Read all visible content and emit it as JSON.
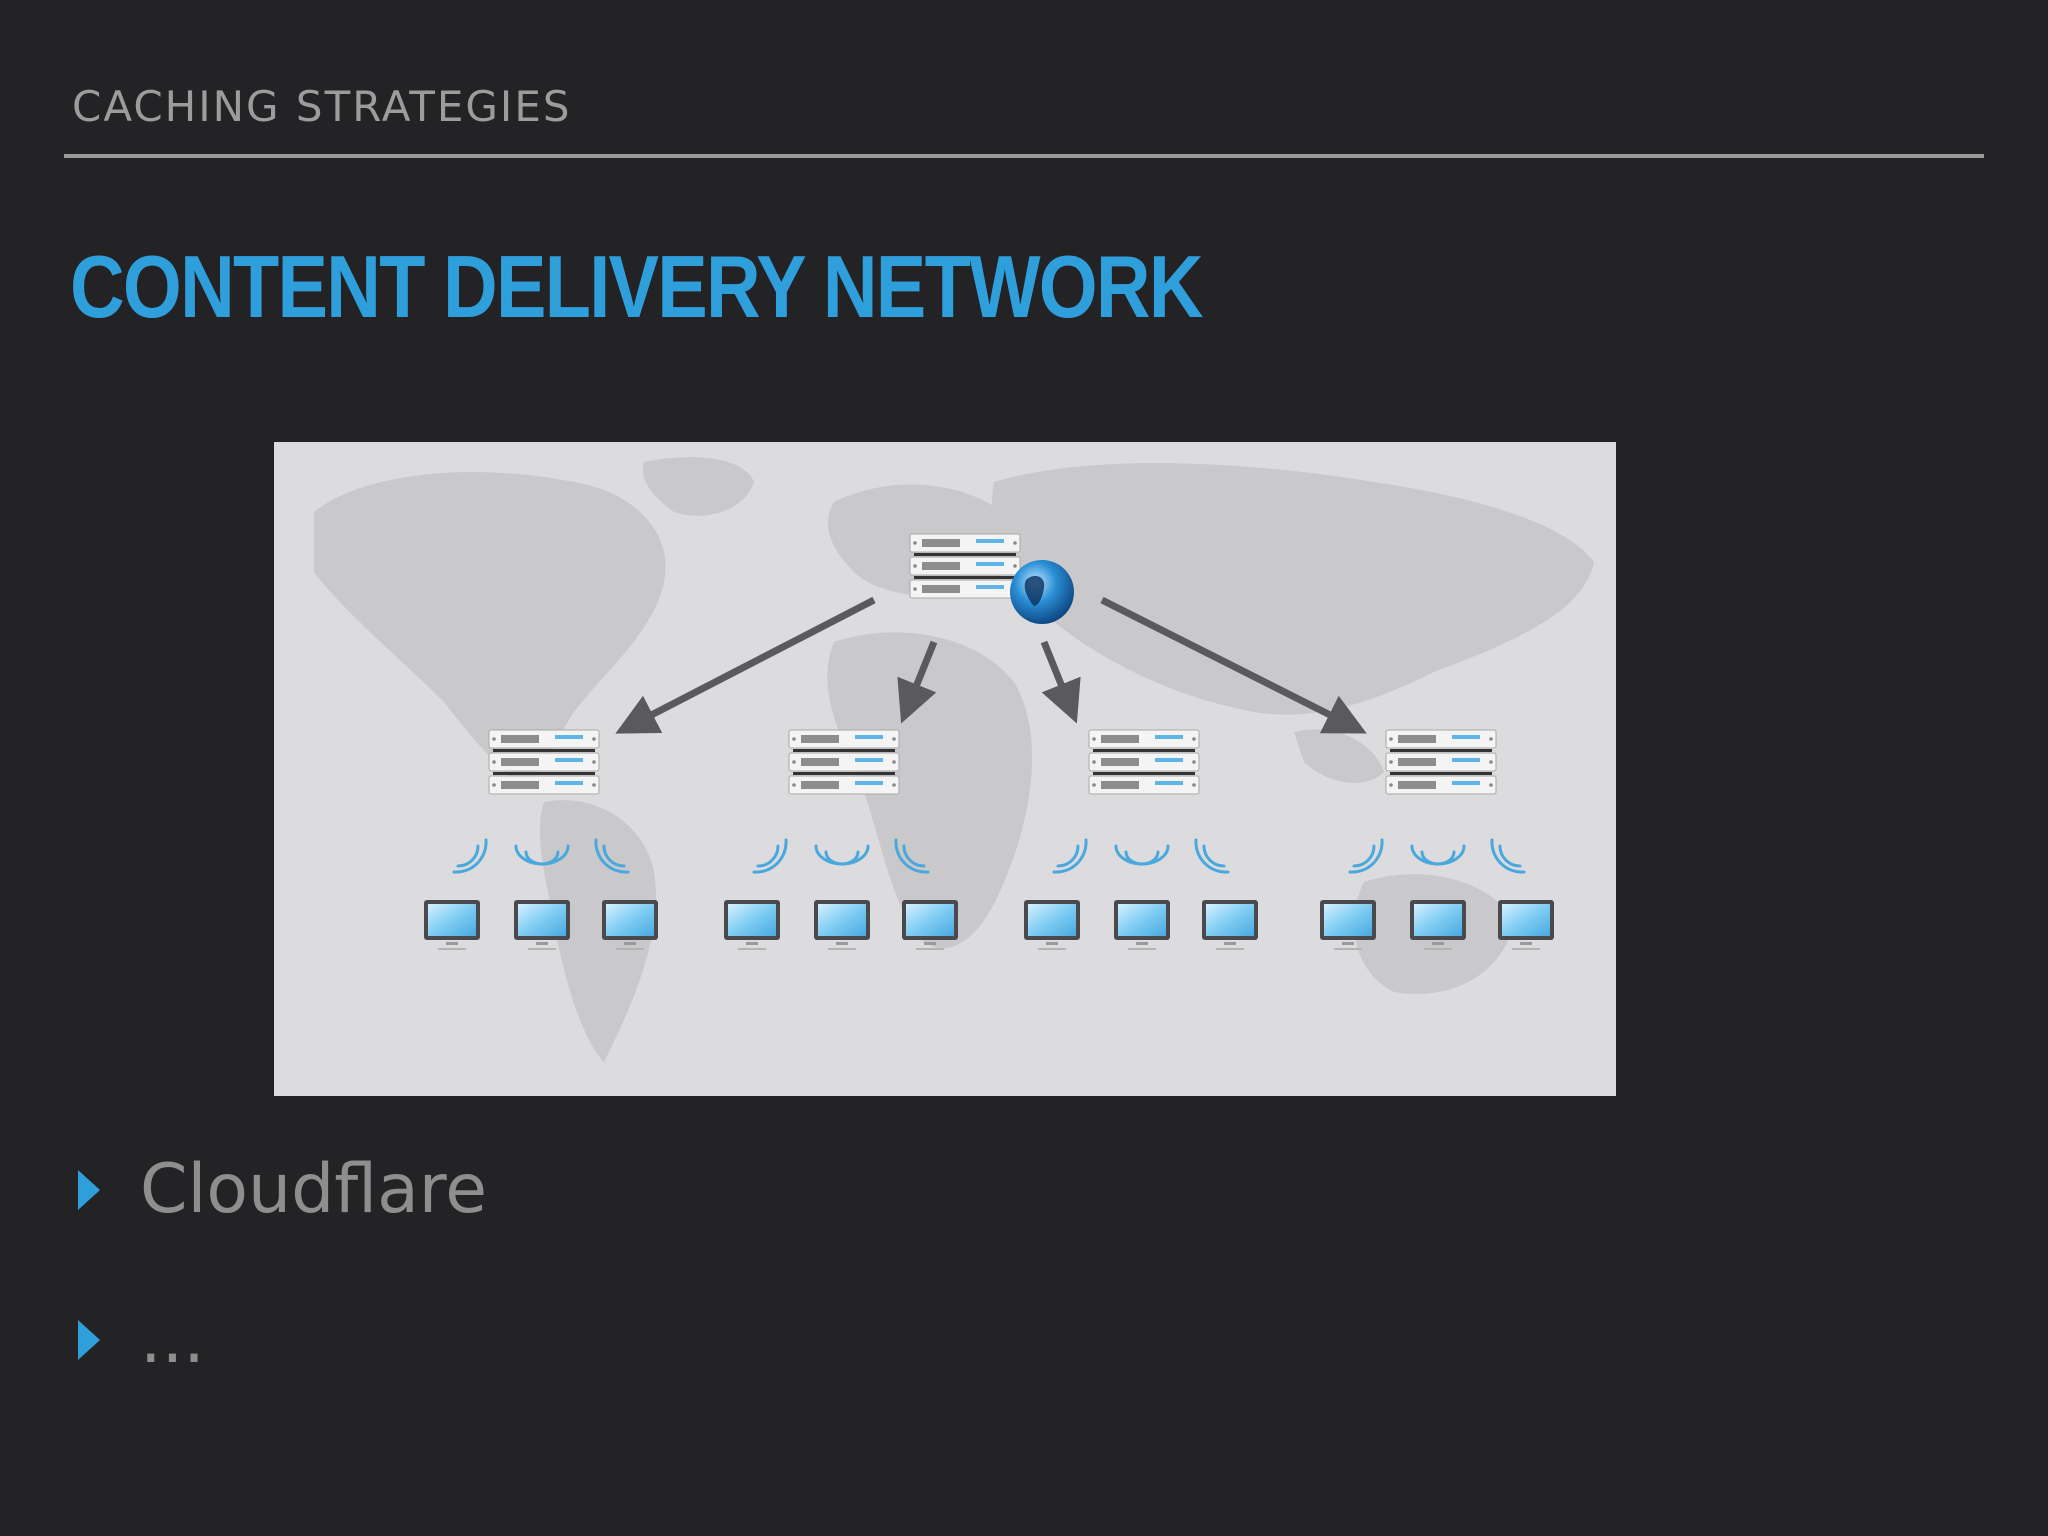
{
  "header": {
    "section_title": "CACHING STRATEGIES",
    "slide_title": "CONTENT DELIVERY NETWORK"
  },
  "colors": {
    "background": "#232225",
    "accent": "#2f9fdc",
    "muted_text": "#9c9c9c",
    "diagram_bg": "#dcdcde"
  },
  "diagram": {
    "icons": [
      "world-map",
      "origin-server-icon",
      "globe-icon",
      "edge-server-icon",
      "wifi-signal-icon",
      "monitor-icon",
      "arrow-icon"
    ],
    "edge_server_count": 4,
    "clients_per_edge": 3
  },
  "bullets": [
    {
      "text": "Cloudflare"
    },
    {
      "text": "..."
    }
  ]
}
